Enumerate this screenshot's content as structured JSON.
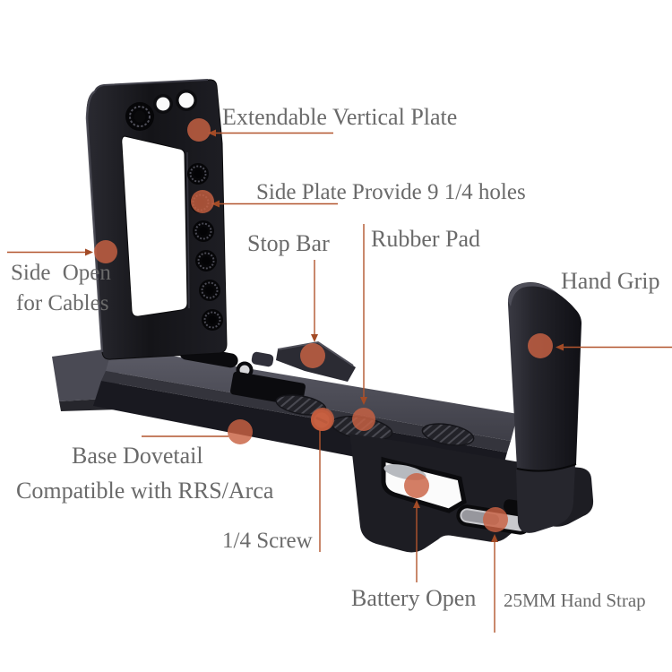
{
  "colors": {
    "background": "#ffffff",
    "label_text": "#6a6a6a",
    "callout_line": "#b2552e",
    "callout_arrow": "#a34b26",
    "callout_dot": "#c96243",
    "product_black": "#1a1a1f",
    "red_screw": "#b04a2c"
  },
  "callouts": {
    "extendable_vertical_plate": {
      "label": "Extendable Vertical Plate"
    },
    "side_plate_holes": {
      "label": "Side Plate Provide 9 1/4 holes"
    },
    "stop_bar": {
      "label": "Stop Bar"
    },
    "rubber_pad": {
      "label": "Rubber Pad"
    },
    "hand_grip": {
      "label": "Hand Grip"
    },
    "side_open_for_cables": {
      "line1": "Side Open",
      "line2": "for Cables"
    },
    "base_dovetail": {
      "line1": "Base Dovetail",
      "line2": "Compatible with RRS/Arca"
    },
    "quarter_inch_screw": {
      "label": "1/4 Screw"
    },
    "battery_open": {
      "label": "Battery Open"
    },
    "hand_strap_25mm": {
      "label": "25MM Hand Strap"
    }
  }
}
